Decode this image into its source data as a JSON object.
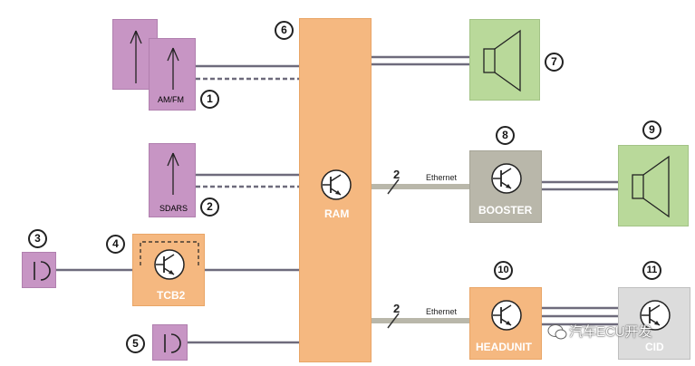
{
  "labels": {
    "amfm": "AM/FM",
    "sdars": "SDARS",
    "tcb2": "TCB2",
    "ram": "RAM",
    "booster": "BOOSTER",
    "headunit": "HEADUNIT",
    "cid": "CID",
    "ethernet_top": "Ethernet",
    "ethernet_bottom": "Ethernet",
    "bus_count_top": "2",
    "bus_count_bottom": "2"
  },
  "callouts": [
    "1",
    "2",
    "3",
    "4",
    "5",
    "6",
    "7",
    "8",
    "9",
    "10",
    "11"
  ],
  "watermark": "汽车ECU开发",
  "colors": {
    "antenna": "#c795c4",
    "speaker": "#b9d99a",
    "ram": "#f5b880",
    "booster": "#b9b7aa",
    "cid": "#dcdcdc",
    "line": "#6e6b7c"
  }
}
